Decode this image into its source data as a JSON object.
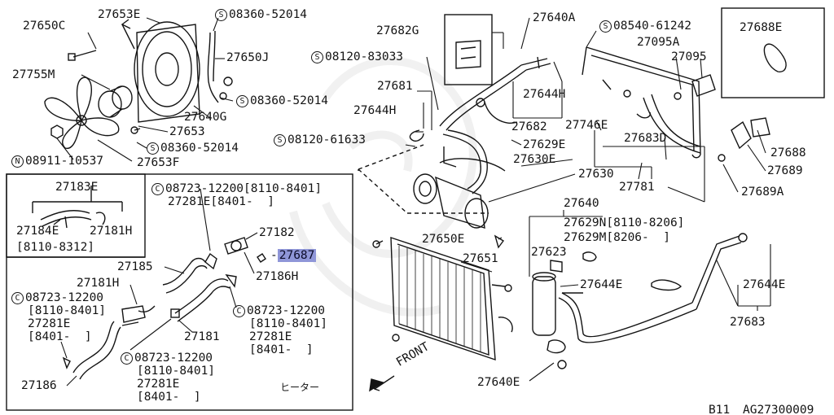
{
  "parts": {
    "p27653E": "27653E",
    "p27650C": "27650C",
    "s08360_52014_a": "08360-52014",
    "p27650J": "27650J",
    "p27755M": "27755M",
    "s08360_52014_b": "08360-52014",
    "p27640G": "27640G",
    "p27653": "27653",
    "s08360_52014_c": "08360-52014",
    "n08911_10537": "08911-10537",
    "p27653F": "27653F",
    "p27682G": "27682G",
    "p27640A": "27640A",
    "s08540_61242": "08540-61242",
    "p27095A": "27095A",
    "p27095": "27095",
    "p27688E": "27688E",
    "s08120_83033": "08120-83033",
    "p27681": "27681",
    "p27644H_a": "27644H",
    "p27644H_b": "27644H",
    "p27682": "27682",
    "p27746E": "27746E",
    "p27683D": "27683D",
    "s08120_61633": "08120-61633",
    "p27629E": "27629E",
    "p27630E": "27630E",
    "p27630": "27630",
    "p27688": "27688",
    "p27689": "27689",
    "p27781": "27781",
    "p27689A": "27689A",
    "p27640": "27640",
    "p27629N": "27629N[8110-8206]",
    "p27629M": "27629M[8206-  ]",
    "p27650E": "27650E",
    "p27623": "27623",
    "p27651": "27651",
    "p27644E_a": "27644E",
    "p27644E_b": "27644E",
    "p27683": "27683",
    "p27640E": "27640E",
    "front": "FRONT"
  },
  "inset": {
    "p27183E": "27183E",
    "p27184E": "27184E",
    "p27181H_a": "27181H",
    "date_8110_8312": "[8110-8312]",
    "c08723_a": "08723-12200[8110-8401]",
    "p27281E_a": "27281E[8401-  ]",
    "p27182": "27182",
    "p27687": "27687",
    "p27186H": "27186H",
    "p27185": "27185",
    "p27181H_b": "27181H",
    "c08723_b": "08723-12200",
    "date_b1": "[8110-8401]",
    "p27281E_b": "27281E",
    "date_b2": "[8401-  ]",
    "c08723_c": "08723-12200",
    "date_c1": "[8110-8401]",
    "p27281E_c": "27281E",
    "date_c2": "[8401-  ]",
    "p27181": "27181",
    "c08723_d": "08723-12200",
    "date_d1": "[8110-8401]",
    "p27281E_d": "27281E",
    "date_d2": "[8401-  ]",
    "p27186": "27186",
    "heater": "ヒーター"
  },
  "footer": {
    "model": "B11",
    "code": "AG27300009"
  },
  "symbols": {
    "s": "S",
    "n": "N",
    "c": "C"
  },
  "colors": {
    "ink": "#141414",
    "highlight": "#8f96d8"
  }
}
